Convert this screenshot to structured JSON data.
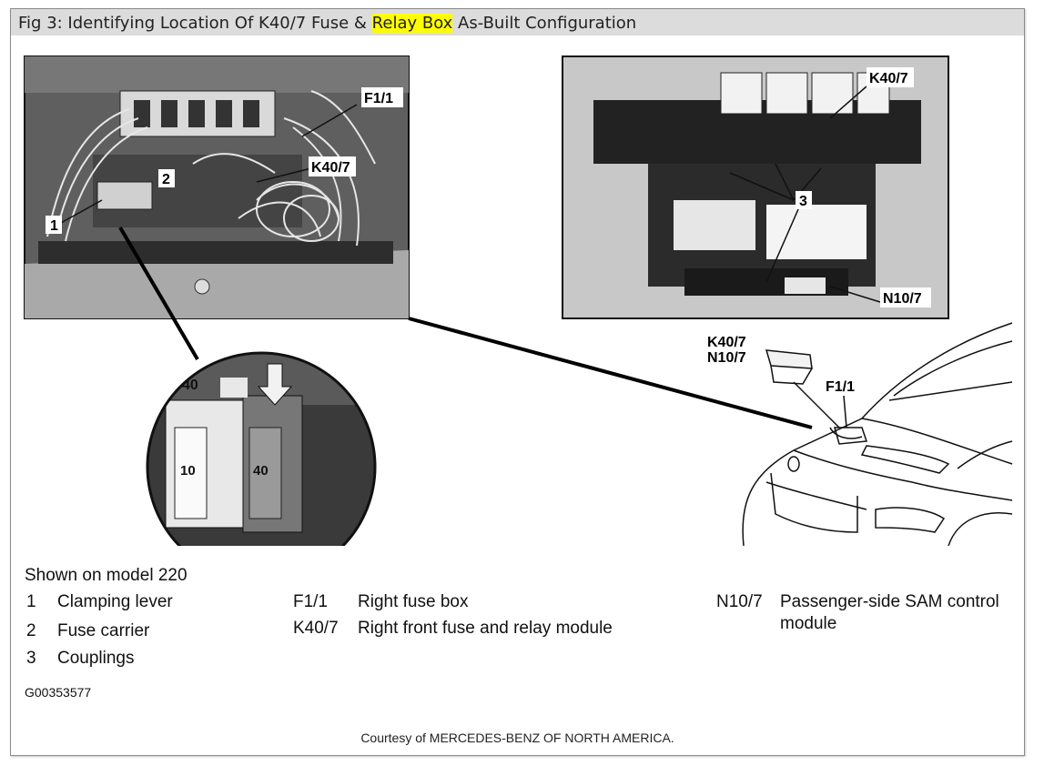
{
  "title": {
    "prefix": "Fig 3: Identifying Location Of K40/7 Fuse & ",
    "highlight": "Relay Box",
    "suffix": " As-Built Configuration"
  },
  "callouts": {
    "photo1_f11": "F1/1",
    "photo1_k407": "K40/7",
    "photo1_2": "2",
    "photo1_1": "1",
    "photo2_k407": "K40/7",
    "photo2_3": "3",
    "photo2_n107": "N10/7",
    "zoom_40": "40",
    "zoom_10": "10",
    "zoom_40b": "40",
    "car_k407": "K40/7",
    "car_n107": "N10/7",
    "car_f11": "F1/1"
  },
  "legend": {
    "shown_on": "Shown on model 220",
    "items_left": [
      {
        "num": "1",
        "label": "Clamping lever"
      },
      {
        "num": "2",
        "label": "Fuse carrier"
      },
      {
        "num": "3",
        "label": "Couplings"
      }
    ],
    "items_mid": [
      {
        "code": "F1/1",
        "label": "Right fuse box"
      },
      {
        "code": "K40/7",
        "label": "Right front fuse and relay module"
      }
    ],
    "items_right": [
      {
        "code": "N10/7",
        "label_line1": "Passenger-side SAM control",
        "label_line2": "module"
      }
    ],
    "figure_id": "G00353577"
  },
  "courtesy": "Courtesy of MERCEDES-BENZ OF NORTH AMERICA."
}
